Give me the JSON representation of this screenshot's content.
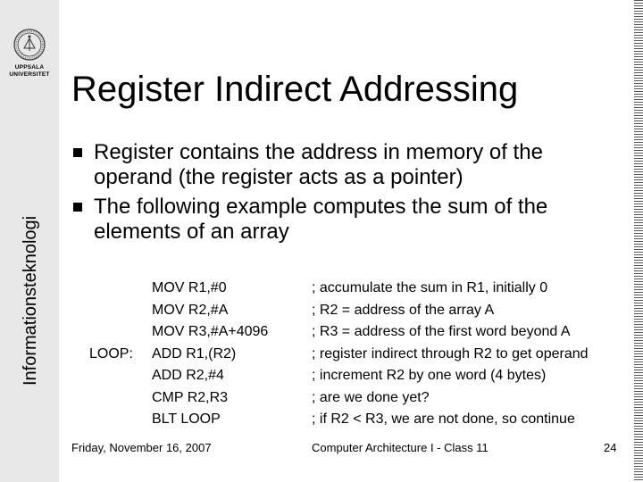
{
  "sidebar": {
    "university_name_line1": "UPPSALA",
    "university_name_line2": "UNIVERSITET",
    "vertical_label": "Informationsteknologi"
  },
  "slide": {
    "title": "Register Indirect Addressing",
    "bullets": [
      {
        "line1": "Register contains the address in memory of the",
        "line2": "operand (the register acts as a pointer)"
      },
      {
        "line1": "The following example computes the sum of the",
        "line2": "elements of an array"
      }
    ],
    "code": [
      {
        "label": "",
        "instruction": "MOV R1,#0",
        "comment": "; accumulate the sum in R1, initially 0"
      },
      {
        "label": "",
        "instruction": "MOV R2,#A",
        "comment": "; R2 = address of the array A"
      },
      {
        "label": "",
        "instruction": "MOV R3,#A+4096",
        "comment": "; R3 = address of the first word beyond A"
      },
      {
        "label": "LOOP:",
        "instruction": "ADD R1,(R2)",
        "comment": "; register indirect through R2 to get operand"
      },
      {
        "label": "",
        "instruction": "ADD R2,#4",
        "comment": "; increment R2 by one word (4 bytes)"
      },
      {
        "label": "",
        "instruction": "CMP R2,R3",
        "comment": "; are we done yet?"
      },
      {
        "label": "",
        "instruction": "BLT LOOP",
        "comment": "; if R2 < R3, we are not done, so continue"
      }
    ]
  },
  "footer": {
    "date": "Friday, November 16, 2007",
    "course": "Computer Architecture I - Class 11",
    "page_number": "24"
  },
  "icons": {
    "seal": "university-seal-icon",
    "bullet": "square-bullet-icon"
  }
}
